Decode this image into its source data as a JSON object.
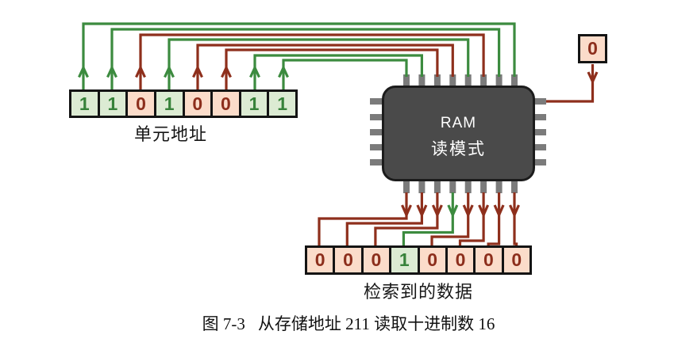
{
  "colors": {
    "wire_green": "#3c8b3f",
    "wire_red": "#8e2f1c",
    "bit_one_bg": "#dcebd3",
    "bit_one_text": "#37823a",
    "bit_zero_bg": "#fbdcca",
    "bit_zero_text": "#8c2e1c",
    "chip_body": "#4a4a4a",
    "chip_text": "#ffffff",
    "pin_gray": "#7b7b7b"
  },
  "address_register": {
    "bits": [
      "1",
      "1",
      "0",
      "1",
      "0",
      "0",
      "1",
      "1"
    ],
    "label": "单元地址"
  },
  "chip": {
    "line1": "RAM",
    "line2": "读模式"
  },
  "set_box": {
    "value": "0"
  },
  "data_register": {
    "bits": [
      "0",
      "0",
      "0",
      "1",
      "0",
      "0",
      "0",
      "0"
    ],
    "label": "检索到的数据"
  },
  "caption": {
    "figure_number": "图 7-3",
    "text": "从存储地址 211 读取十进制数 16"
  }
}
